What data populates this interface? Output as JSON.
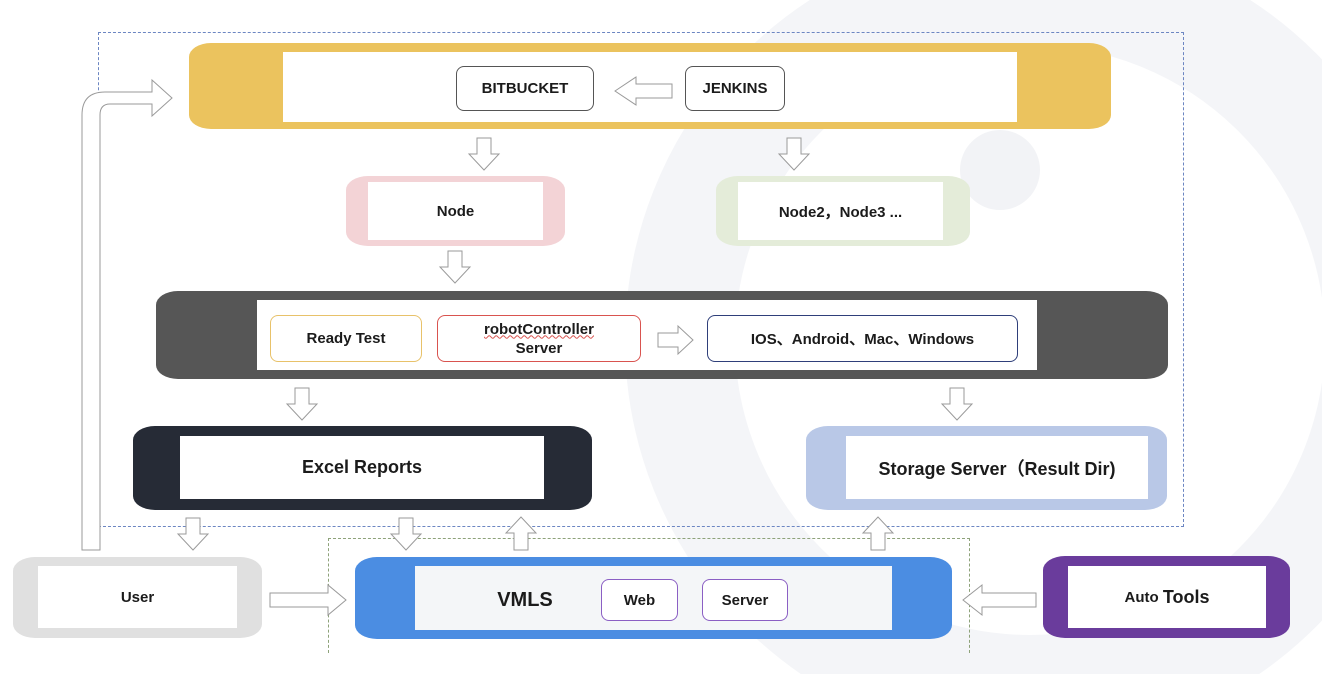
{
  "jenkins_band": {
    "bitbucket": "BITBUCKET",
    "jenkins": "JENKINS"
  },
  "nodes": {
    "node": "Node",
    "node_others": "Node2，Node3 ..."
  },
  "controller_band": {
    "ready_test": "Ready Test",
    "robot_controller_line1": "robotController",
    "robot_controller_line2": "Server",
    "platforms": "IOS、Android、Mac、Windows"
  },
  "excel_reports": "Excel Reports",
  "storage_server": "Storage Server（Result Dir)",
  "user": "User",
  "vmls": {
    "title": "VMLS",
    "web": "Web",
    "server": "Server"
  },
  "auto_tools": {
    "prefix": "Auto",
    "suffix": "Tools"
  },
  "colors": {
    "jenkins_band": "#ebc35e",
    "node_pink": "#f3d3d6",
    "node_green": "#e4ecd9",
    "controller_band": "#565656",
    "excel_band": "#262b36",
    "storage_band": "#b9c8e7",
    "user_band": "#e0e0e0",
    "vmls_band": "#4b8de2",
    "auto_tools_band": "#6a3c9c",
    "dashed_blue": "#6c86c2",
    "dashed_green": "#8ea27a"
  }
}
